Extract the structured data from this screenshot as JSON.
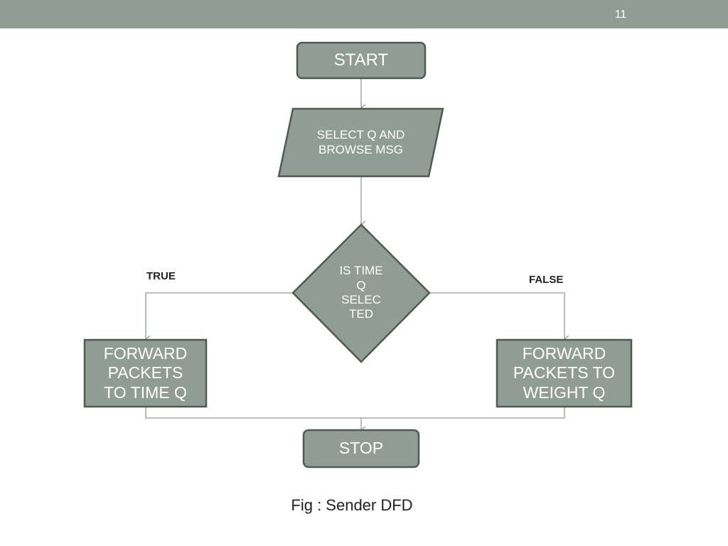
{
  "slide": {
    "number": "11"
  },
  "nodes": {
    "start": "START",
    "select": "SELECT Q AND\nBROWSE MSG",
    "decision": "IS TIME\nQ\nSELEC\nTED",
    "forward_time": "FORWARD\nPACKETS\nTO TIME Q",
    "forward_weight": "FORWARD\nPACKETS TO\nWEIGHT Q",
    "stop": "STOP"
  },
  "edges": {
    "true_label": "TRUE",
    "false_label": "FALSE"
  },
  "caption": "Fig : Sender DFD",
  "colors": {
    "bar": "#8f9d95",
    "node_fill": "#8f9d95",
    "node_stroke": "#4f5a54",
    "line": "#8f9d95"
  }
}
